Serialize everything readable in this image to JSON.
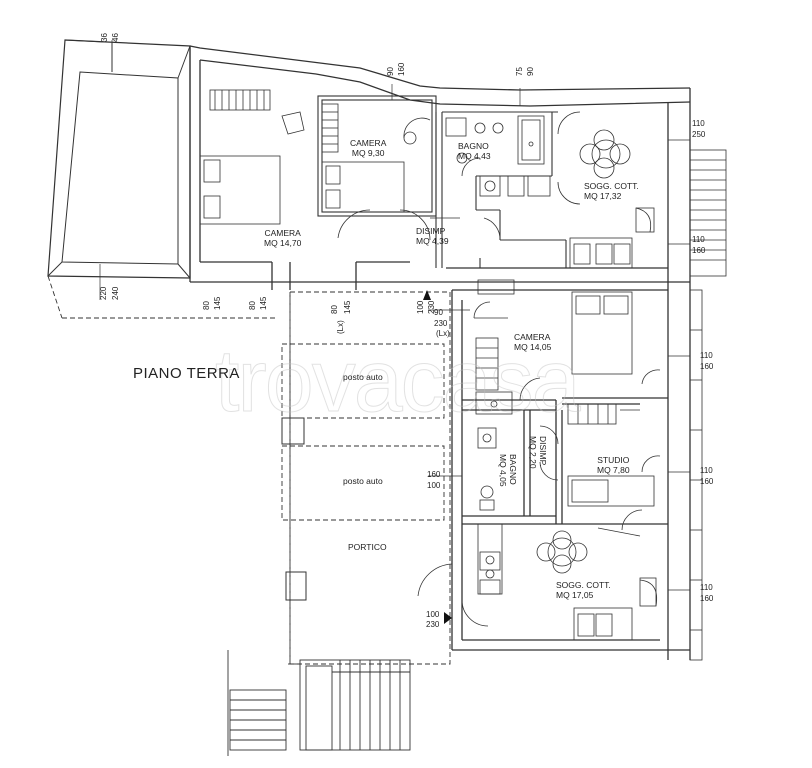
{
  "plan": {
    "title": "PIANO TERRA",
    "watermark": "trovacasa",
    "rooms": [
      {
        "id": "camera1",
        "name": "CAMERA",
        "area": "MQ 9,30"
      },
      {
        "id": "bagno1",
        "name": "BAGNO",
        "area": "MQ 4,43"
      },
      {
        "id": "sogg1",
        "name": "SOGG. COTT.",
        "area": "MQ 17,32"
      },
      {
        "id": "camera2",
        "name": "CAMERA",
        "area": "MQ 14,70"
      },
      {
        "id": "disimp1",
        "name": "DISIMP",
        "area": "MQ 4,39"
      },
      {
        "id": "camera3",
        "name": "CAMERA",
        "area": "MQ 14,05"
      },
      {
        "id": "bagno2",
        "name": "BAGNO",
        "area": "MQ 4,05"
      },
      {
        "id": "disimp2",
        "name": "DISIMP.",
        "area": "MQ 2,20"
      },
      {
        "id": "studio",
        "name": "STUDIO",
        "area": "MQ 7,80"
      },
      {
        "id": "sogg2",
        "name": "SOGG. COTT.",
        "area": "MQ 17,05"
      }
    ],
    "areas": {
      "posto1": "posto auto",
      "posto2": "posto auto",
      "portico": "PORTICO"
    },
    "dims": {
      "top_36": "36",
      "top_46": "46",
      "top_90": "90",
      "top_160": "160",
      "top_75": "75",
      "top_90b": "90",
      "r1_110": "110",
      "r1_250": "250",
      "r2_110": "110",
      "r2_160": "160",
      "r3_110": "110",
      "r3_160": "160",
      "r4_110": "110",
      "r4_160": "160",
      "r5_110": "110",
      "r5_160": "160",
      "l_220": "220",
      "l_240": "240",
      "b_80a": "80",
      "b_145a": "145",
      "b_80b": "80",
      "b_145b": "145",
      "b_80c": "80",
      "b_145c": "145",
      "lx1": "(Lx)",
      "d_100a": "100",
      "d_230a": "230",
      "d_90": "90",
      "d_230b": "230",
      "lx2": "(Lx)",
      "d_160": "160",
      "d_100b": "100",
      "d_100c": "100",
      "d_230c": "230"
    }
  }
}
